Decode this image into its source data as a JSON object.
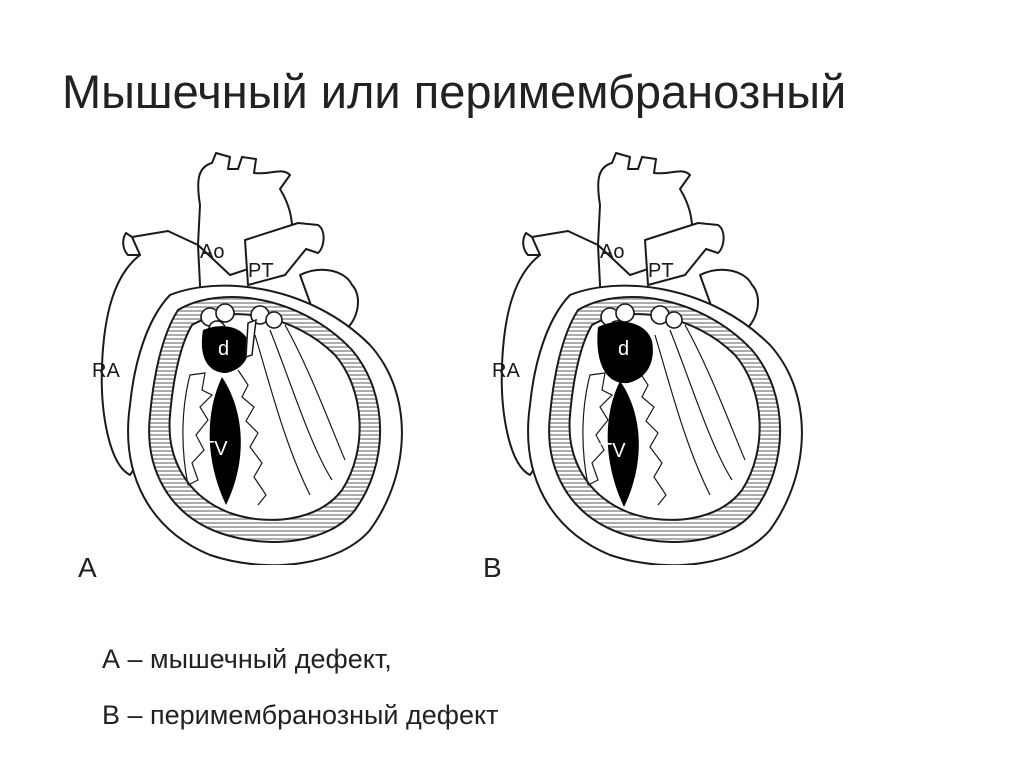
{
  "title": "Мышечный или перимембранозный",
  "figures": [
    {
      "letter": "A",
      "labels": {
        "ao": "Ao",
        "pt": "PT",
        "ra": "RA",
        "d": "d",
        "tv": "TV"
      }
    },
    {
      "letter": "B",
      "labels": {
        "ao": "Ao",
        "pt": "PT",
        "ra": "RA",
        "d": "d",
        "tv": "TV"
      }
    }
  ],
  "captions": [
    "А – мышечный дефект,",
    "В – перимембранозный дефект"
  ],
  "colors": {
    "text": "#222222",
    "line": "#1a1a1a",
    "wall": "#c8c8c8",
    "defect": "#000000"
  }
}
